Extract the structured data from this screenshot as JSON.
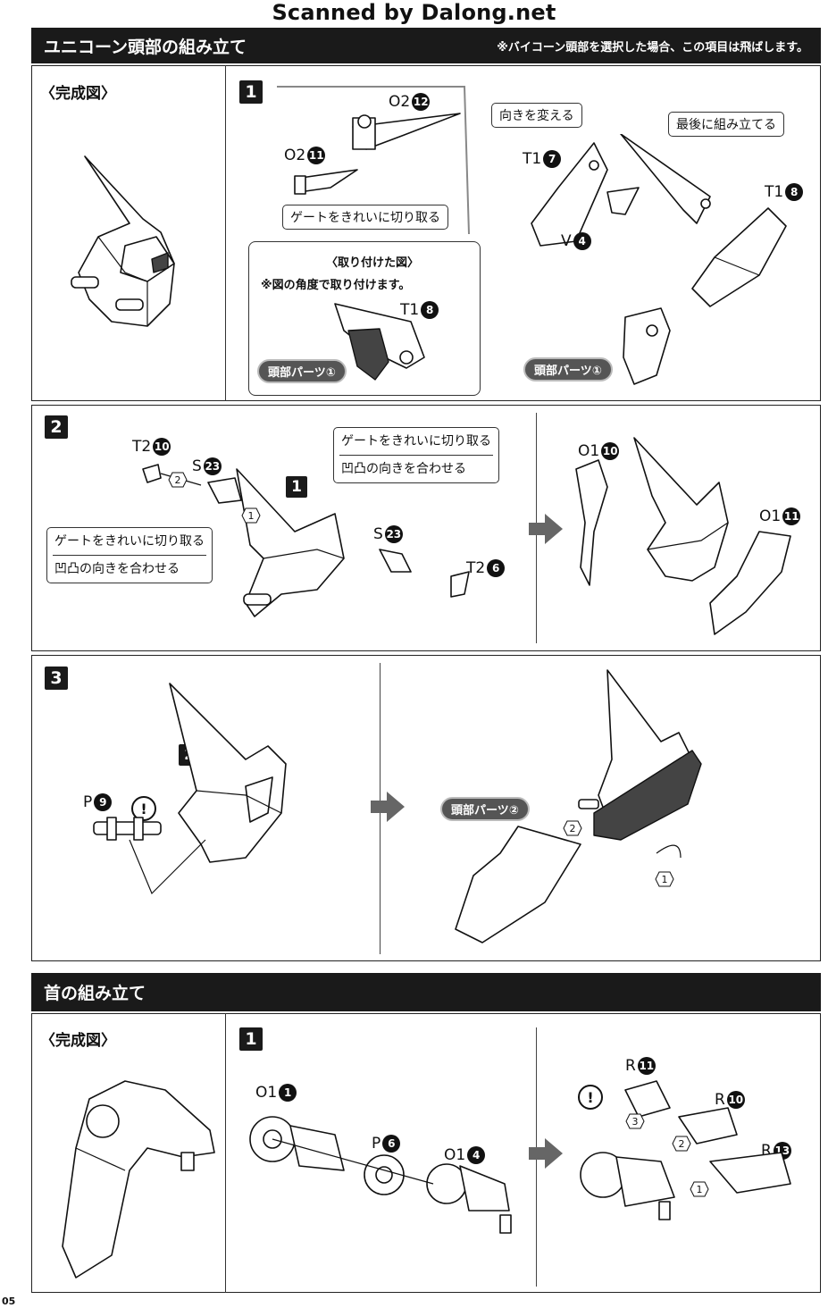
{
  "scan_watermark": "Scanned by Dalong.net",
  "section_head": {
    "title": "ユニコーン頭部の組み立て",
    "note": "※バイコーン頭部を選択した場合、この項目は飛ばします。",
    "completed_label": "〈完成図〉",
    "steps": {
      "s1": {
        "number": "1",
        "part_o2": "O2",
        "part_o2_num": "12",
        "part_o2b": "O2",
        "part_o2b_num": "11",
        "gate_note": "ゲートをきれいに切り取る",
        "turn_note": "向きを変える",
        "last_note": "最後に組み立てる",
        "part_t1": "T1",
        "part_t1_num": "7",
        "part_t1b": "T1",
        "part_t1b_num": "8",
        "part_v": "V",
        "part_v_num": "4",
        "attached_title": "〈取り付けた図〉",
        "attached_note": "※図の角度で取り付けます。",
        "attached_part": "T1",
        "attached_part_num": "8",
        "head_part_a": "頭部パーツ①",
        "head_part_b": "頭部パーツ①"
      },
      "s2": {
        "number": "2",
        "part_t2": "T2",
        "part_t2_num": "10",
        "part_s": "S",
        "part_s_num": "23",
        "sub_ref": "1",
        "note_a1": "ゲートをきれいに切り取る",
        "note_a2": "凹凸の向きを合わせる",
        "note_b1": "ゲートをきれいに切り取る",
        "note_b2": "凹凸の向きを合わせる",
        "part_s2": "S",
        "part_s2_num": "23",
        "part_t2b": "T2",
        "part_t2b_num": "6",
        "part_o1": "O1",
        "part_o1_num": "10",
        "part_o1b": "O1",
        "part_o1b_num": "11",
        "order_1": "1",
        "order_2": "2"
      },
      "s3": {
        "number": "3",
        "sub_ref": "2",
        "part_p": "P",
        "part_p_num": "9",
        "caution": "!",
        "head_part": "頭部パーツ②",
        "order_1": "1",
        "order_2": "2"
      }
    }
  },
  "section_neck": {
    "title": "首の組み立て",
    "completed_label": "〈完成図〉",
    "step": {
      "number": "1",
      "part_o1": "O1",
      "part_o1_num": "1",
      "part_p": "P",
      "part_p_num": "6",
      "part_o1b": "O1",
      "part_o1b_num": "4",
      "part_r1": "R",
      "part_r1_num": "11",
      "part_r2": "R",
      "part_r2_num": "10",
      "part_r3": "R",
      "part_r3_num": "13",
      "caution": "!",
      "order_1": "1",
      "order_2": "2",
      "order_3": "3"
    }
  },
  "page_number": "05"
}
